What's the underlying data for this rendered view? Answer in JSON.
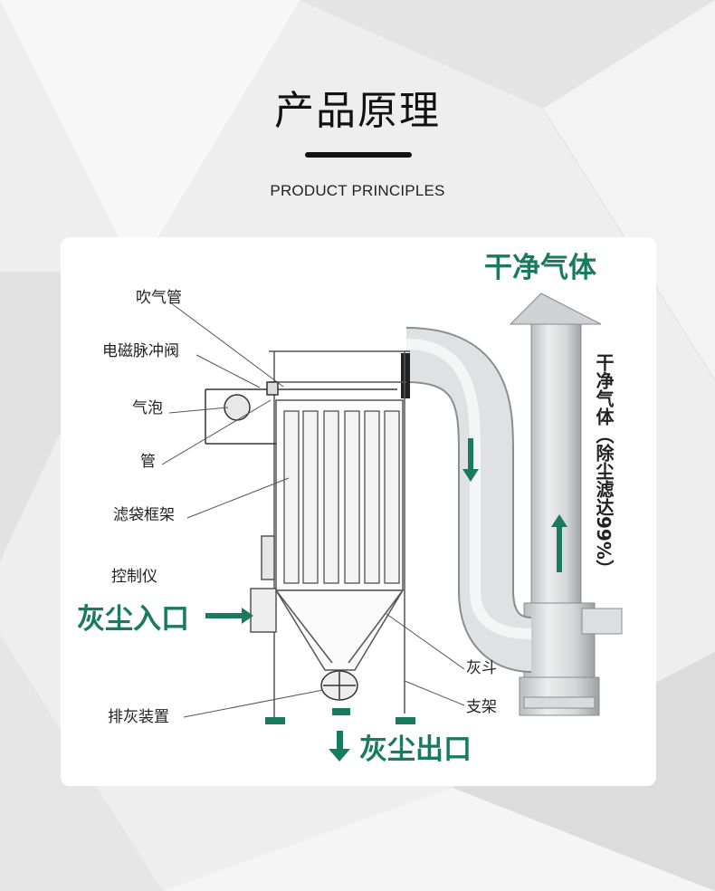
{
  "header": {
    "title": "产品原理",
    "subtitle": "PRODUCT PRINCIPLES"
  },
  "diagram": {
    "labels": {
      "blow_pipe": "吹气管",
      "solenoid_valve": "电磁脉冲阀",
      "air_bag": "气泡",
      "pipe": "管",
      "filter_frame": "滤袋框架",
      "controller": "控制仪",
      "dust_inlet": "灰尘入口",
      "discharge_device": "排灰装置",
      "ash_hopper": "灰斗",
      "support": "支架",
      "dust_outlet": "灰尘出口",
      "clean_gas": "干净气体",
      "vertical_note": "干净气体（除尘滤达99%）"
    },
    "colors": {
      "accent_green": "#1a7a5e",
      "text_dark": "#222222",
      "line_gray": "#555555",
      "card_bg": "#ffffff"
    },
    "icons": [
      "arrow-right-icon",
      "arrow-down-icon",
      "arrow-up-icon"
    ]
  }
}
